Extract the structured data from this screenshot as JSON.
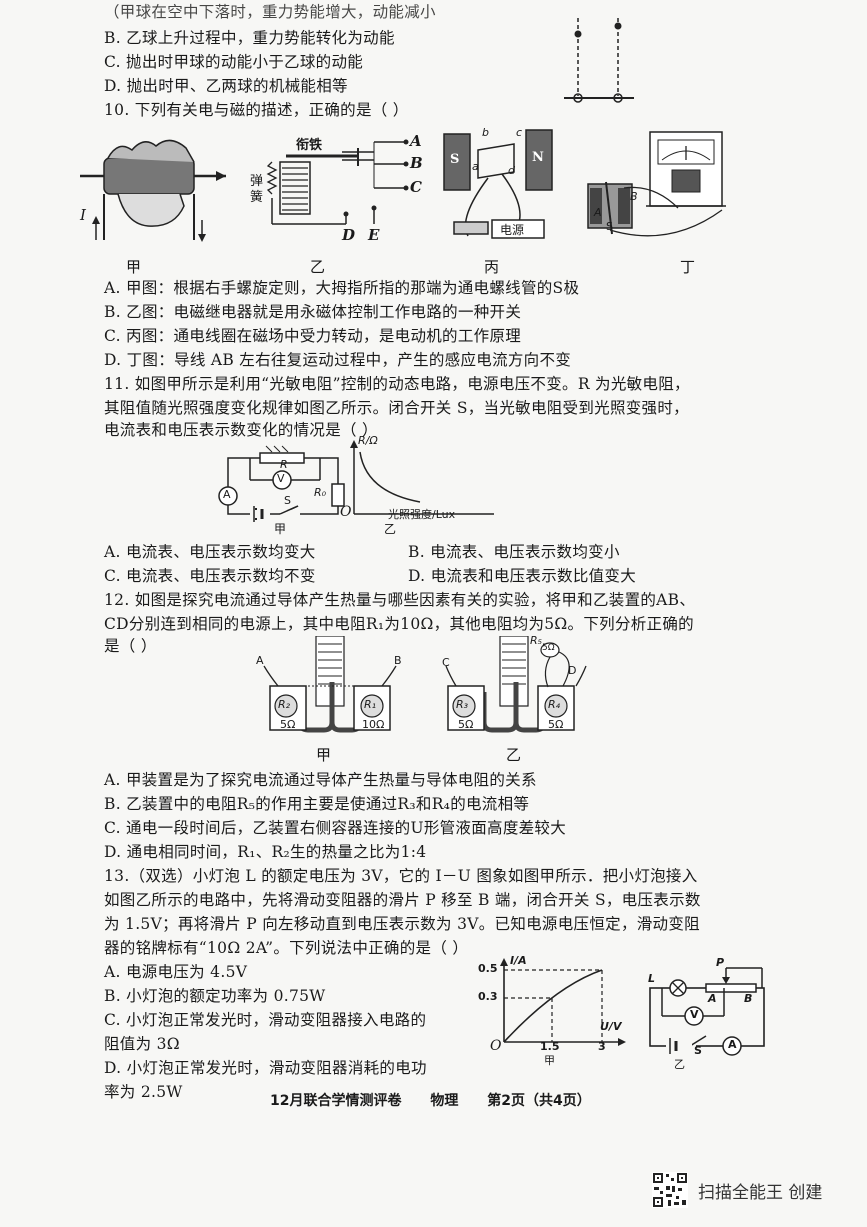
{
  "q9": {
    "partial": "（甲球在空中下落时，重力势能增大，动能减小",
    "B": "B.  乙球上升过程中，重力势能转化为动能",
    "C": "C.  抛出时甲球的动能小于乙球的动能",
    "D": "D.  抛出时甲、乙两球的机械能相等"
  },
  "q10": {
    "stem": "10.  下列有关电与磁的描述，正确的是（      ）",
    "fig_labels": {
      "jia": "甲",
      "yi": "乙",
      "bing": "丙",
      "ding": "丁"
    },
    "fig_text": {
      "current": "I",
      "armature": "衔铁",
      "spring": "弹簧",
      "A": "A",
      "B": "B",
      "C": "C",
      "D": "D",
      "E": "E",
      "S": "S",
      "N": "N",
      "b": "b",
      "c": "c",
      "a": "a",
      "d": "d",
      "battery": "电源"
    },
    "A": "A.  甲图：根据右手螺旋定则，大拇指所指的那端为通电螺线管的S极",
    "B": "B. 乙图：电磁继电器就是用永磁体控制工作电路的一种开关",
    "C": "C. 丙图：通电线圈在磁场中受力转动，是电动机的工作原理",
    "D": "D. 丁图：导线 AB 左右往复运动过程中，产生的感应电流方向不变"
  },
  "q11": {
    "stem1": "11. 如图甲所示是利用“光敏电阻”控制的动态电路，电源电压不变。R 为光敏电阻，",
    "stem2": "其阻值随光照强度变化规律如图乙所示。闭合开关 S，当光敏电阻受到光照变强时，",
    "stem3": "电流表和电压表示数变化的情况是（      ）",
    "fig": {
      "R": "R",
      "V": "V",
      "A": "A",
      "S": "S",
      "R0": "R₀",
      "jia": "甲",
      "yi": "乙",
      "ylabel": "R/Ω",
      "origin": "O",
      "xlabel": "光照强度/Lux"
    },
    "A": "A.  电流表、电压表示数均变大",
    "B": "B.  电流表、电压表示数均变小",
    "C": "C.  电流表、电压表示数均不变",
    "D": "D.  电流表和电压表示数比值变大"
  },
  "q12": {
    "stem1": "12. 如图是探究电流通过导体产生热量与哪些因素有关的实验，将甲和乙装置的AB、",
    "stem2": "CD分别连到相同的电源上，其中电阻R₁为10Ω，其他电阻均为5Ω。下列分析正确的",
    "stem3": "是（      ）",
    "fig": {
      "A": "A",
      "B": "B",
      "C": "C",
      "D": "D",
      "R1": "R₂",
      "R1v": "5Ω",
      "R2": "R₁",
      "R2v": "10Ω",
      "R3": "R₃",
      "R3v": "5Ω",
      "R4": "R₄",
      "R4v": "5Ω",
      "R5": "R₅",
      "R5v": "5Ω",
      "jia": "甲",
      "yi": "乙"
    },
    "A": "A. 甲装置是为了探究电流通过导体产生热量与导体电阻的关系",
    "B": "B. 乙装置中的电阻R₅的作用主要是使通过R₃和R₄的电流相等",
    "C": "C. 通电一段时间后，乙装置右侧容器连接的U形管液面高度差较大",
    "D": "D. 通电相同时间，R₁、R₂生的热量之比为1:4"
  },
  "q13": {
    "stem1": "13.（双选）小灯泡 L 的额定电压为 3V，它的 I－U 图象如图甲所示．把小灯泡接入",
    "stem2": "如图乙所示的电路中，先将滑动变阻器的滑片 P 移至 B 端，闭合开关 S，电压表示数",
    "stem3": "为 1.5V；再将滑片 P 向左移动直到电压表示数为 3V。已知电源电压恒定，滑动变阻",
    "stem4": "器的铭牌标有“10Ω   2A”。下列说法中正确的是（      ）",
    "A": "A.  电源电压为 4.5V",
    "B": "B.  小灯泡的额定功率为 0.75W",
    "C1": "C.  小灯泡正常发光时，滑动变阻器接入电路的",
    "C2": "阻值为 3Ω",
    "D1": "D.  小灯泡正常发光时，滑动变阻器消耗的电功",
    "D2": "率为 2.5W",
    "graph": {
      "ylabel": "I/A",
      "xlabel": "U/V",
      "origin": "O",
      "y05": "0.5",
      "y03": "0.3",
      "x15": "1.5",
      "x3": "3",
      "jia": "甲"
    },
    "circuit": {
      "L": "L",
      "P": "P",
      "A": "A",
      "B": "B",
      "V": "V",
      "S": "S",
      "Am": "A",
      "yi": "乙"
    }
  },
  "footer": {
    "exam": "12月联合学情测评卷",
    "subject": "物理",
    "page": "第2页（共4页）"
  },
  "scanner": "扫描全能王  创建"
}
